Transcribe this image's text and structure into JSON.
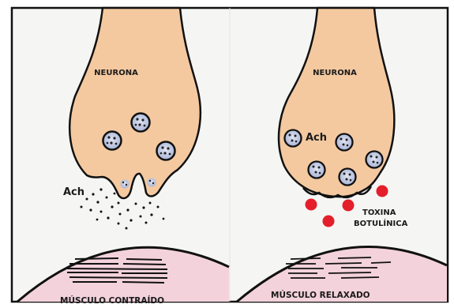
{
  "left_panel": {
    "neuron_label": "NEURONA",
    "ach_label": "Ach",
    "muscle_label": "MÚSCULO CONTRAÍDO"
  },
  "right_panel": {
    "neuron_label": "NEURONA",
    "ach_label": "Ach",
    "toxin_label_line1": "TOXINA",
    "toxin_label_line2": "BOTULÍNICA",
    "muscle_label": "MÚSCULO RELAXADO"
  },
  "colors": {
    "neuron_fill": "#f4c9a0",
    "vesicle_fill": "#aeb8d8",
    "muscle_fill": "#f3d2dc",
    "toxin": "#e41e2b",
    "outline": "#1a1a1a"
  }
}
